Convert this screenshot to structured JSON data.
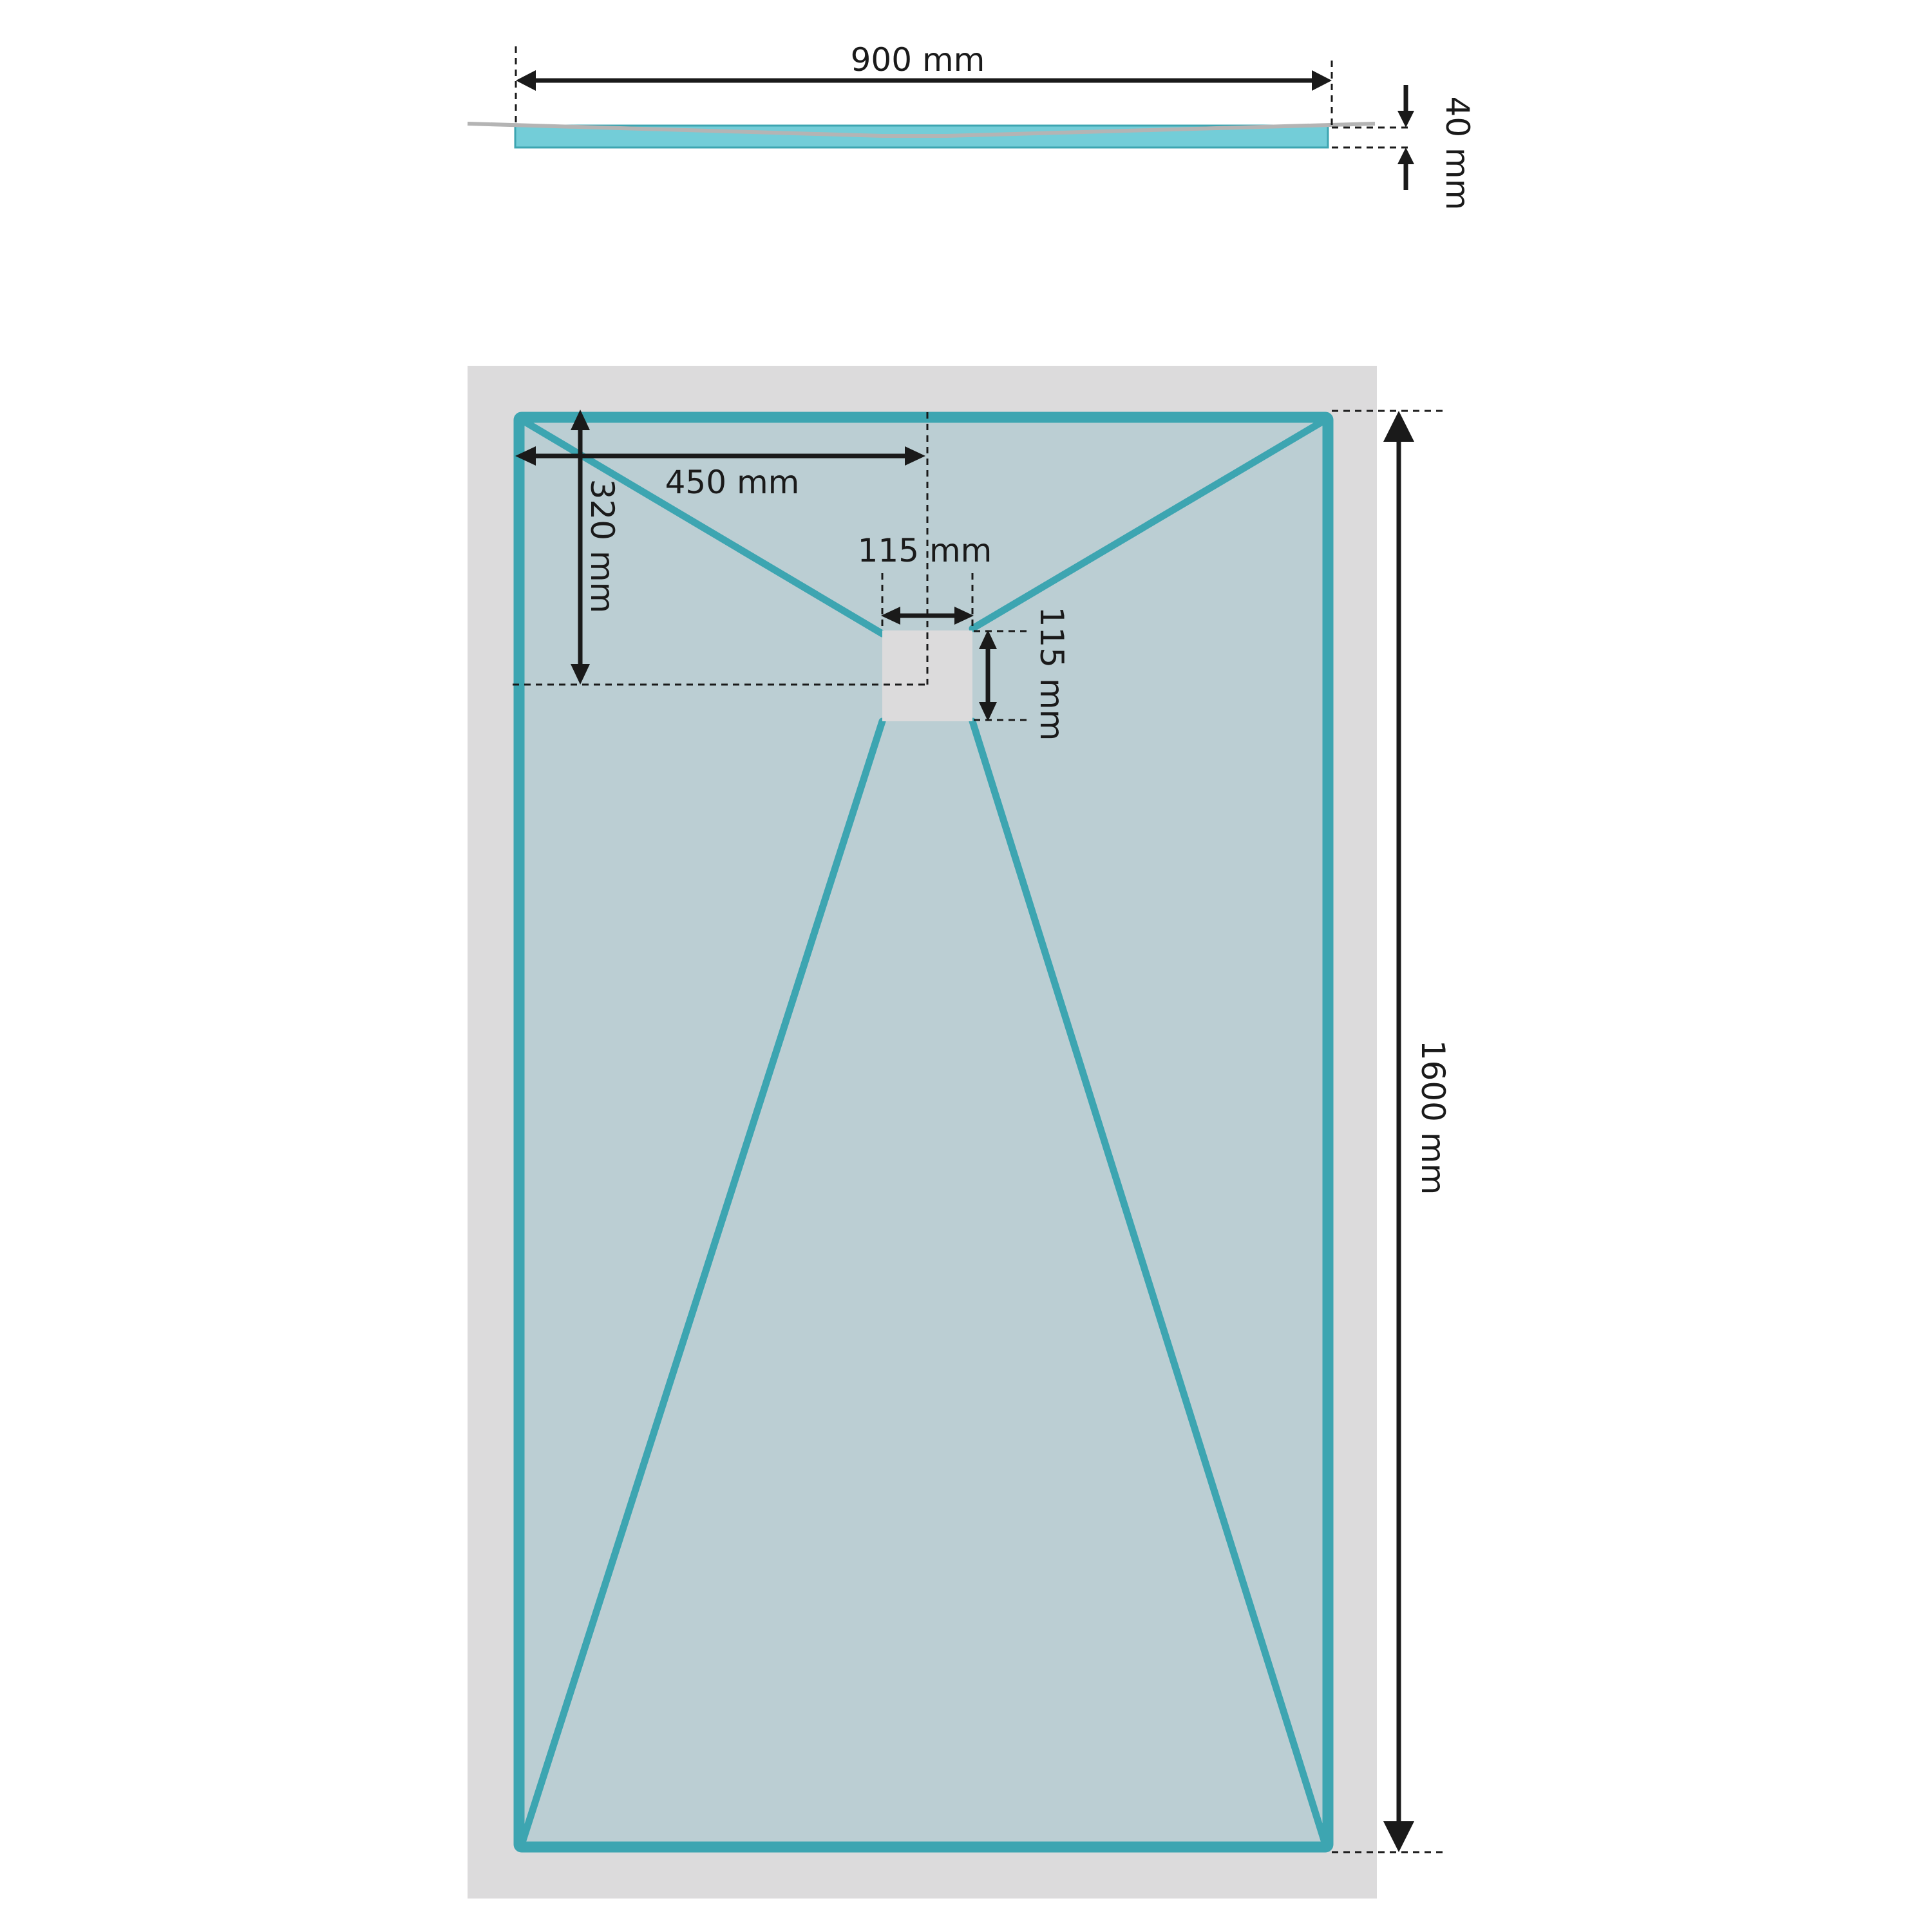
{
  "colors": {
    "background": "#ffffff",
    "surround": "#dcdbdc",
    "tray_fill": "#bbced3",
    "tray_edge": "#3da5b1",
    "profile_fill": "#73cdd8",
    "profile_top": "#b4b4b4",
    "drain": "#dcdbdc",
    "dimension": "#1a1a1a"
  },
  "labels": {
    "width": "900 mm",
    "thickness": "40 mm",
    "drain_offset_x": "450 mm",
    "drain_offset_y": "320 mm",
    "drain_width": "115 mm",
    "drain_height": "115 mm",
    "length": "1600 mm"
  }
}
